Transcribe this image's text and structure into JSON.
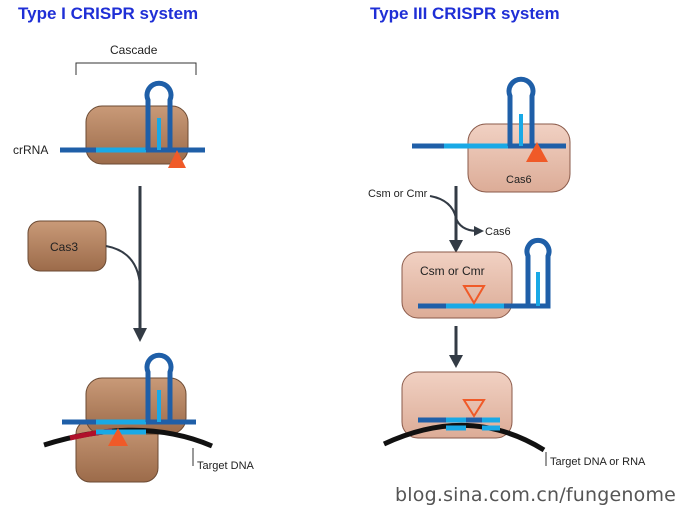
{
  "titles": {
    "type_i": "Type I CRISPR system",
    "type_iii": "Type III CRISPR system"
  },
  "type_i": {
    "cascade_label": "Cascade",
    "crrna_label": "crRNA",
    "cas3_label": "Cas3",
    "target_label": "Target DNA"
  },
  "type_iii": {
    "cas6_label": "Cas6",
    "csm_cmr_input_label": "Csm or Cmr",
    "cas6_release_label": "Cas6",
    "complex_label": "Csm or Cmr",
    "target_label": "Target DNA or RNA"
  },
  "watermark": "blog.sina.com.cn/fungenome",
  "colors": {
    "title": "#1f2fd6",
    "dark_blue": "#1f5fa8",
    "light_blue": "#19a9e6",
    "orange": "#f05a28",
    "protein_brown": "#b98a68",
    "protein_pink": "#e9c2b1",
    "dna": "#111111",
    "dna_red": "#b0102a",
    "arrow": "#333b45"
  }
}
